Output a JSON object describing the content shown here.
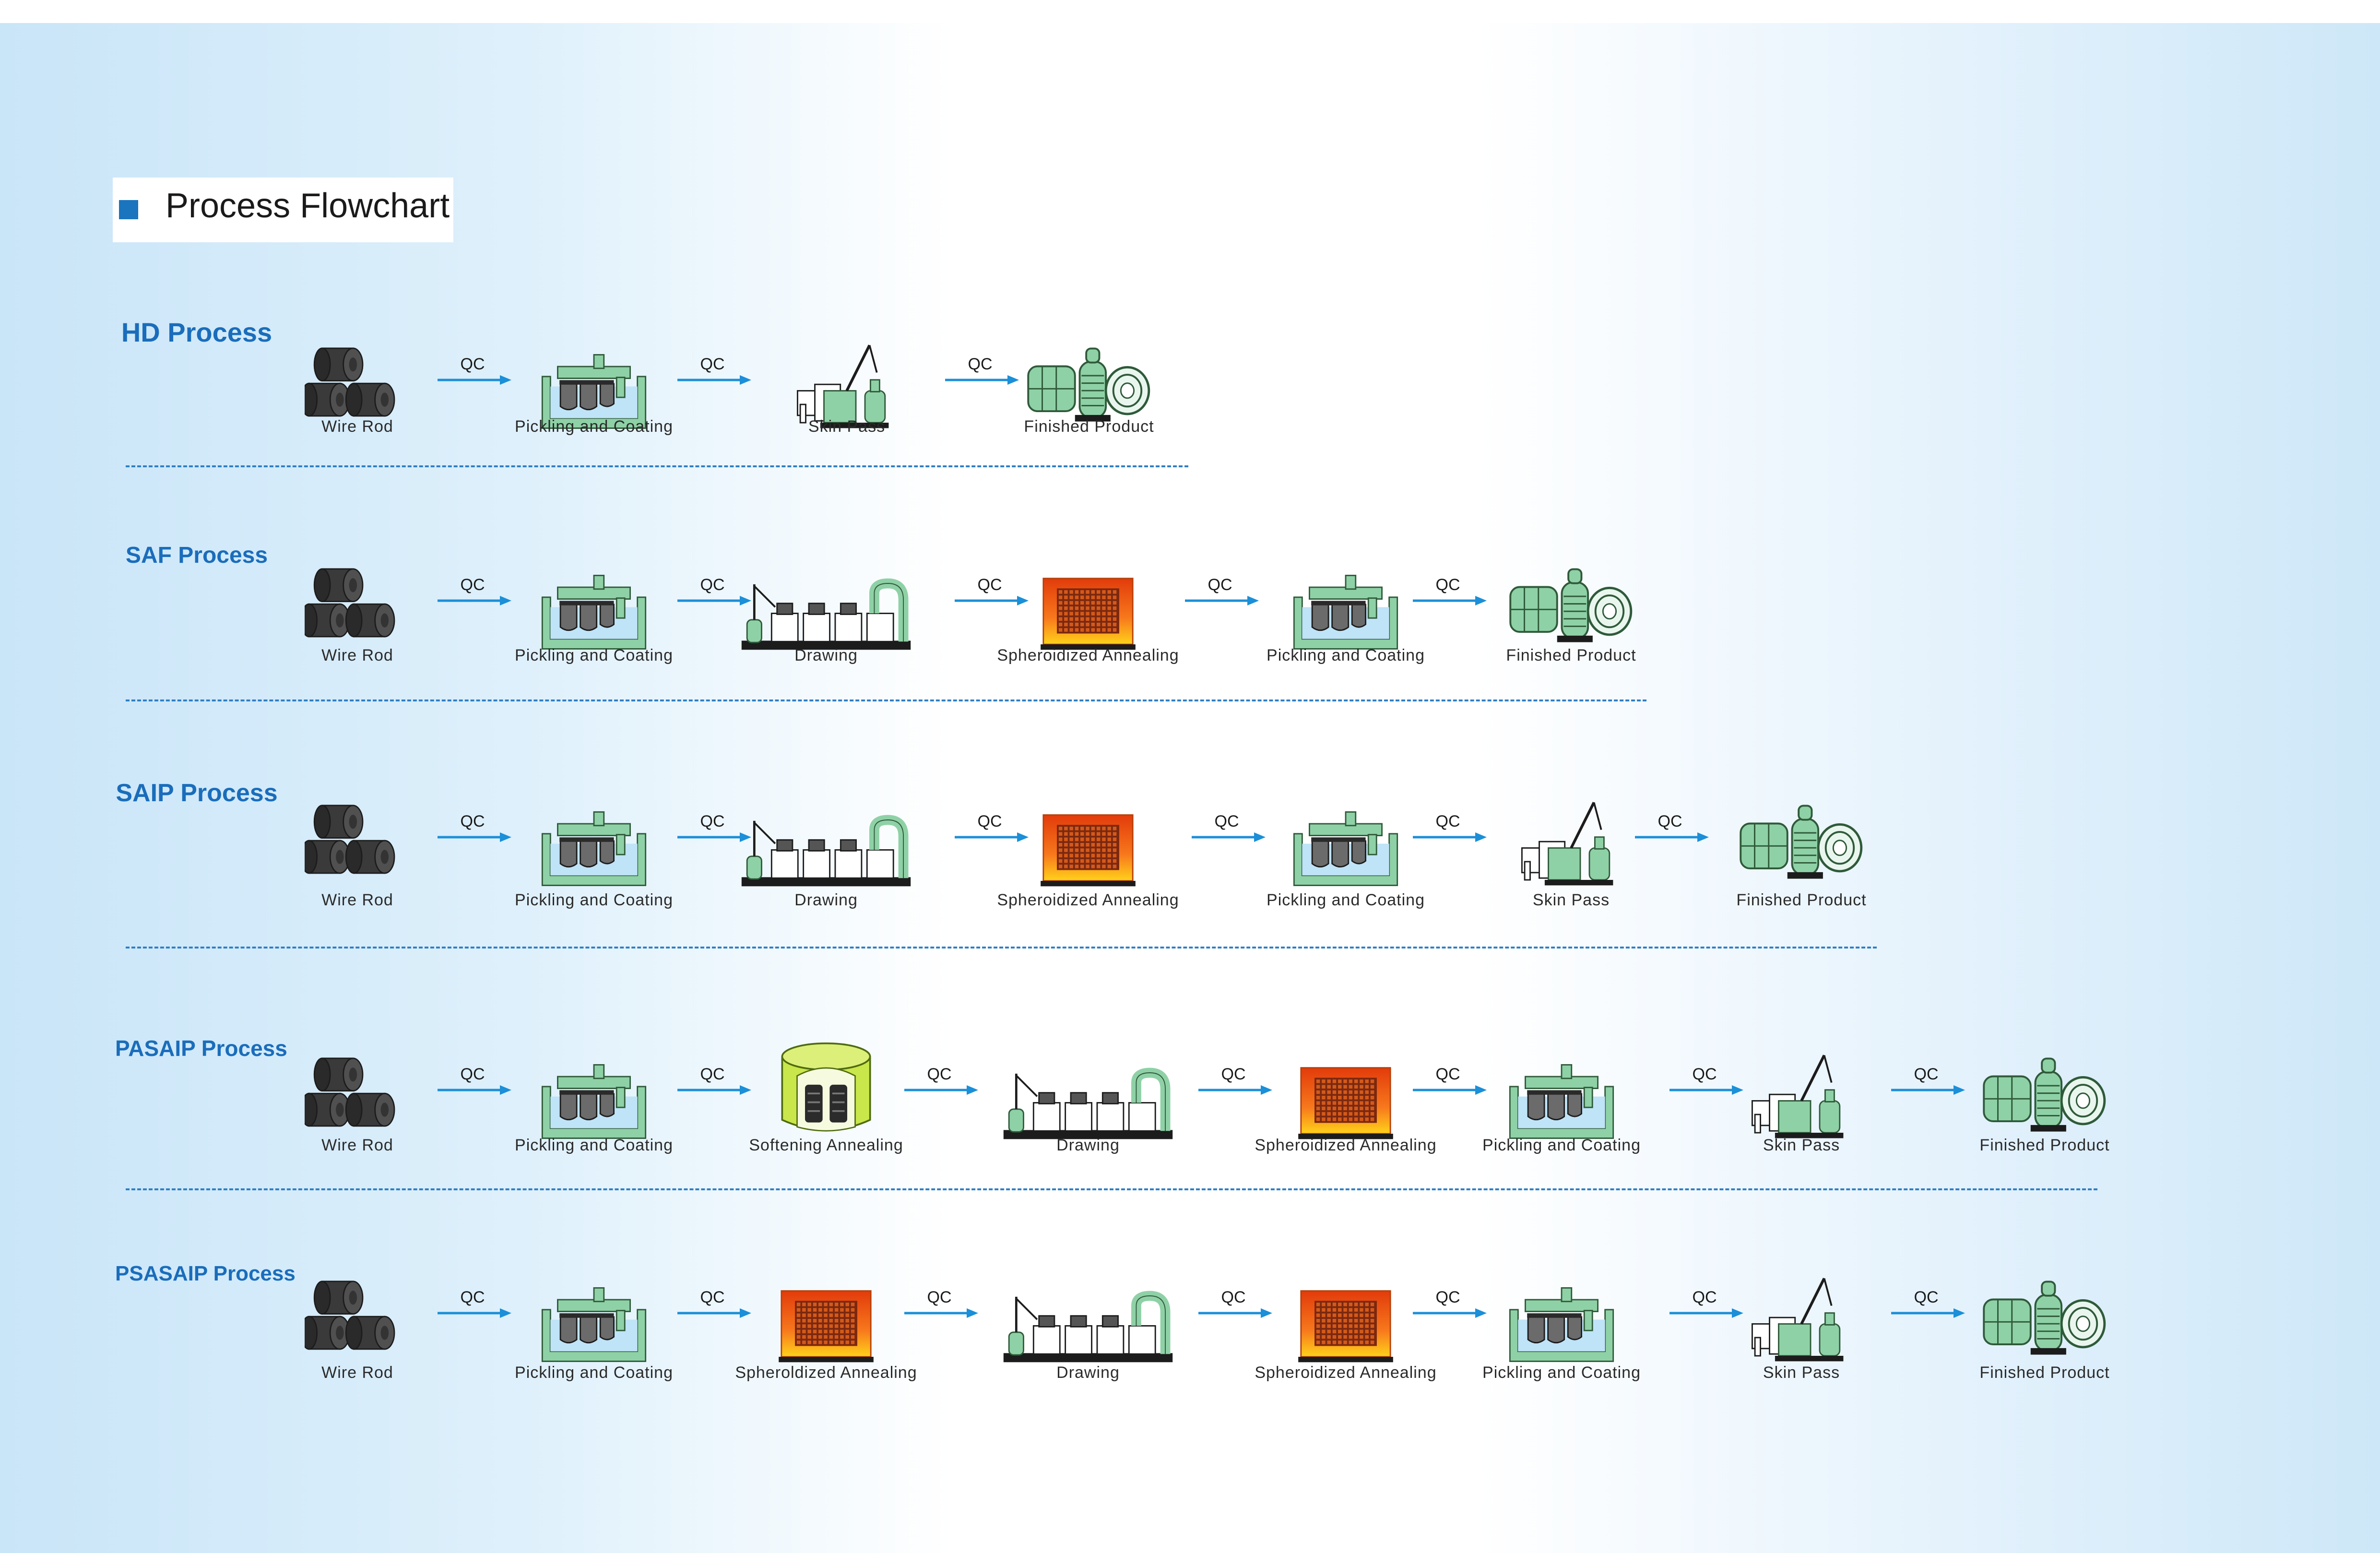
{
  "title": "Process Flowchart",
  "qc_label": "QC",
  "colors": {
    "accent": "#1a74be",
    "arrow": "#1b8fd8",
    "equipment": "#8fd1a6",
    "annealing": "#e23b0b",
    "tank_water": "#bfe3f7"
  },
  "processes": [
    {
      "name": "HD Process",
      "steps": [
        {
          "label": "Wire Rod",
          "icon": "wire-rod-icon"
        },
        {
          "label": "Pickling and Coating",
          "icon": "pickling-icon"
        },
        {
          "label": "Skin Pass",
          "icon": "skin-pass-icon"
        },
        {
          "label": "Finished Product",
          "icon": "finished-product-icon"
        }
      ]
    },
    {
      "name": "SAF Process",
      "steps": [
        {
          "label": "Wire Rod",
          "icon": "wire-rod-icon"
        },
        {
          "label": "Pickling and Coating",
          "icon": "pickling-icon"
        },
        {
          "label": "Drawing",
          "icon": "drawing-icon"
        },
        {
          "label": "Spheroidized Annealing",
          "icon": "annealing-icon"
        },
        {
          "label": "Pickling and Coating",
          "icon": "pickling-icon"
        },
        {
          "label": "Finished Product",
          "icon": "finished-product-icon"
        }
      ]
    },
    {
      "name": "SAIP Process",
      "steps": [
        {
          "label": "Wire Rod",
          "icon": "wire-rod-icon"
        },
        {
          "label": "Pickling and Coating",
          "icon": "pickling-icon"
        },
        {
          "label": "Drawing",
          "icon": "drawing-icon"
        },
        {
          "label": "Spheroidized Annealing",
          "icon": "annealing-icon"
        },
        {
          "label": "Pickling and Coating",
          "icon": "pickling-icon"
        },
        {
          "label": "Skin Pass",
          "icon": "skin-pass-icon"
        },
        {
          "label": "Finished Product",
          "icon": "finished-product-icon"
        }
      ]
    },
    {
      "name": "PASAIP Process",
      "steps": [
        {
          "label": "Wire Rod",
          "icon": "wire-rod-icon"
        },
        {
          "label": "Pickling and Coating",
          "icon": "pickling-icon"
        },
        {
          "label": "Softening Annealing",
          "icon": "softening-annealing-icon"
        },
        {
          "label": "Drawing",
          "icon": "drawing-icon"
        },
        {
          "label": "Spheroidized Annealing",
          "icon": "annealing-icon"
        },
        {
          "label": "Pickling and Coating",
          "icon": "pickling-icon"
        },
        {
          "label": "Skin Pass",
          "icon": "skin-pass-icon"
        },
        {
          "label": "Finished Product",
          "icon": "finished-product-icon"
        }
      ]
    },
    {
      "name": "PSASAIP Process",
      "steps": [
        {
          "label": "Wire Rod",
          "icon": "wire-rod-icon"
        },
        {
          "label": "Pickling and Coating",
          "icon": "pickling-icon"
        },
        {
          "label": "Spheroldized Annealing",
          "icon": "annealing-icon"
        },
        {
          "label": "Drawing",
          "icon": "drawing-icon"
        },
        {
          "label": "Spheroidized Annealing",
          "icon": "annealing-icon"
        },
        {
          "label": "Pickling and Coating",
          "icon": "pickling-icon"
        },
        {
          "label": "Skin Pass",
          "icon": "skin-pass-icon"
        },
        {
          "label": "Finished Product",
          "icon": "finished-product-icon"
        }
      ]
    }
  ]
}
